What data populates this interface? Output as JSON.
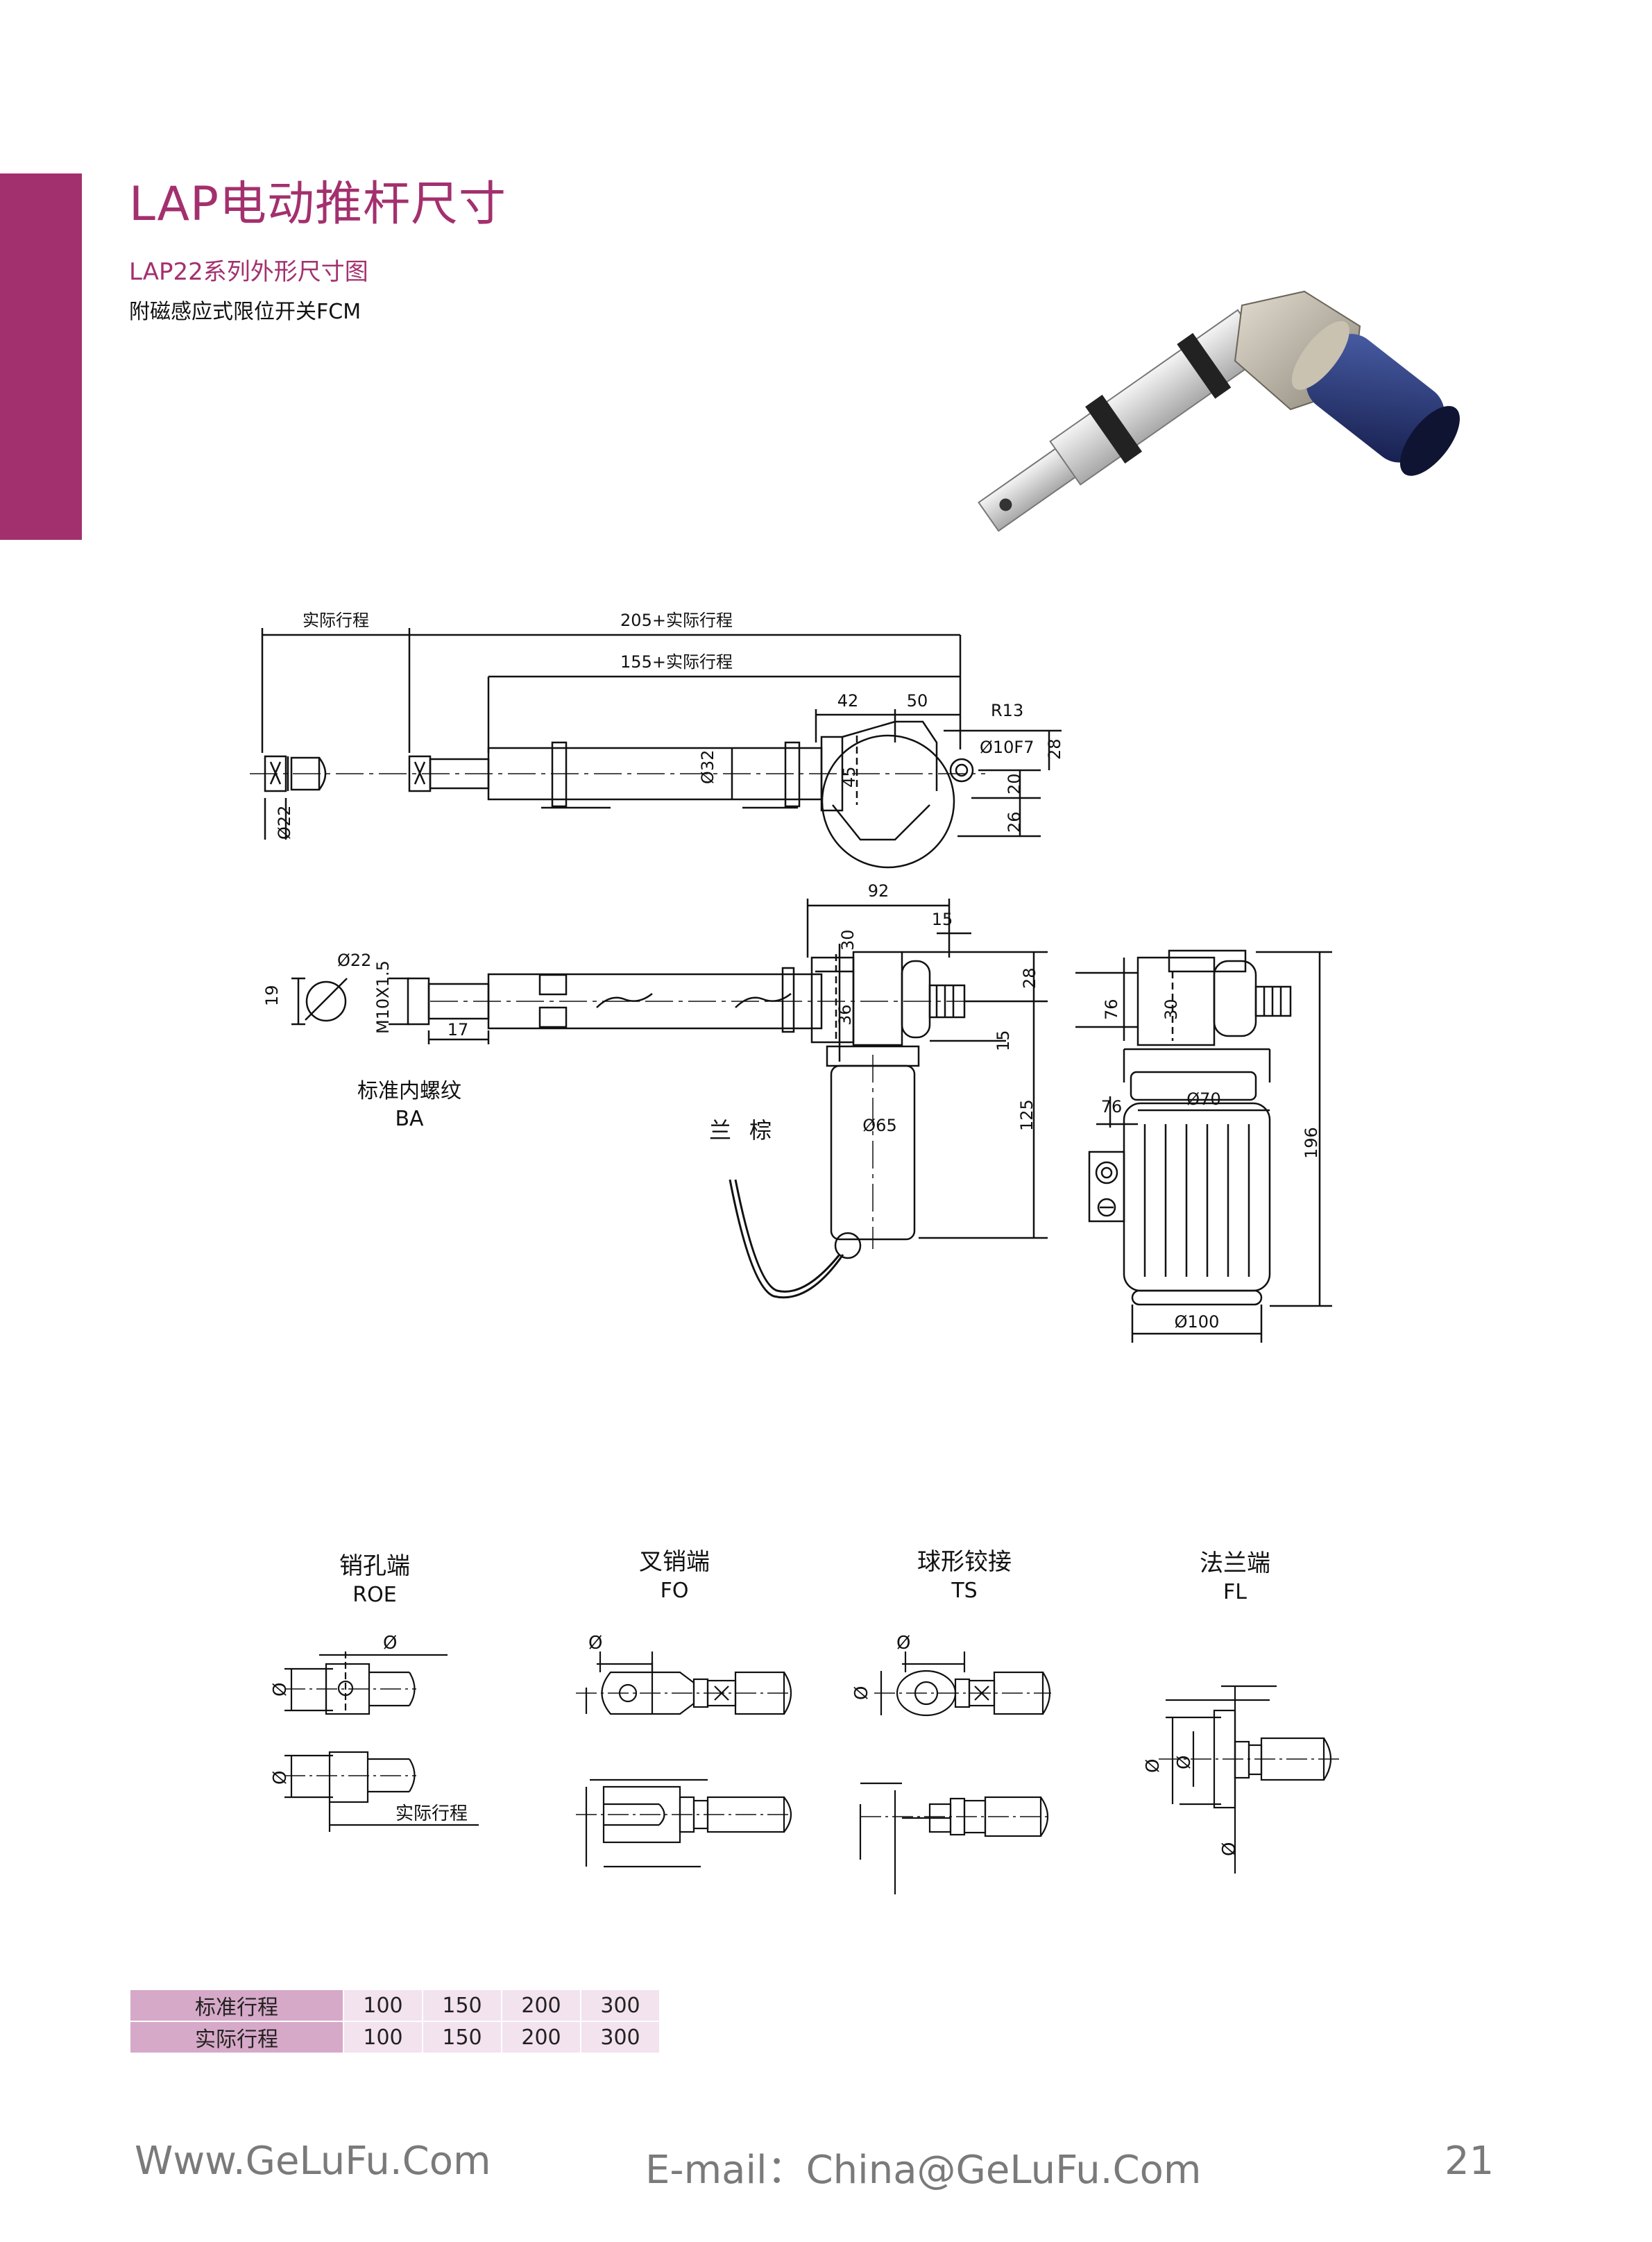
{
  "page": {
    "title": "LAP电动推杆尺寸",
    "subtitle": "LAP22系列外形尺寸图",
    "subtitle2": "附磁感应式限位开关FCM"
  },
  "drawing": {
    "dims_top": {
      "actual_stroke": "实际行程",
      "d205": "205+实际行程",
      "d155": "155+实际行程",
      "d42": "42",
      "d50": "50",
      "r13": "R13",
      "hole": "Ø10F7",
      "d28": "28",
      "d20": "20",
      "d26": "26",
      "d45": "45",
      "d32": "Ø32",
      "d22": "Ø22"
    },
    "dims_side": {
      "d92": "92",
      "d15": "15",
      "d30": "30",
      "d28": "28",
      "d36": "36",
      "d15b": "15",
      "d125": "125",
      "d65": "Ø65",
      "d22": "Ø22",
      "d19": "19",
      "thread": "M10X1.5",
      "d17": "17",
      "std_thread": "标准内螺纹",
      "ba": "BA",
      "wire1": "兰",
      "wire2": "棕"
    },
    "dims_end": {
      "d76": "76",
      "d30": "30",
      "d76b": "76",
      "d70": "Ø70",
      "d196": "196",
      "d100": "Ø100"
    },
    "ends": [
      {
        "name": "销孔端",
        "code": "ROE",
        "note": "实际行程"
      },
      {
        "name": "叉销端",
        "code": "FO"
      },
      {
        "name": "球形铰接",
        "code": "TS"
      },
      {
        "name": "法兰端",
        "code": "FL"
      }
    ],
    "phi": "Ø"
  },
  "table": {
    "rows": [
      {
        "label": "标准行程",
        "values": [
          "100",
          "150",
          "200",
          "300"
        ]
      },
      {
        "label": "实际行程",
        "values": [
          "100",
          "150",
          "200",
          "300"
        ]
      }
    ]
  },
  "footer": {
    "website": "Www.GeLuFu.Com",
    "email": "E-mail：China@GeLuFu.Com",
    "page_number": "21"
  }
}
